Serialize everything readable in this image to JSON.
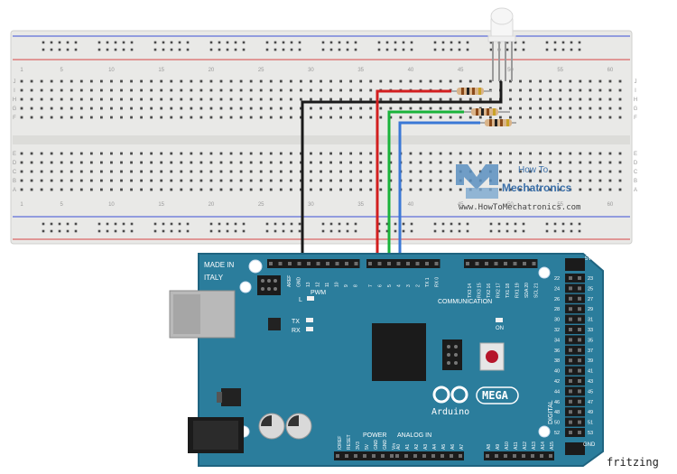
{
  "breadboard": {
    "column_numbers": [
      "1",
      "5",
      "10",
      "15",
      "20",
      "25",
      "30",
      "35",
      "40",
      "45",
      "50",
      "55",
      "60"
    ],
    "row_letters_top": [
      "J",
      "I",
      "H",
      "G",
      "F"
    ],
    "row_letters_bottom": [
      "E",
      "D",
      "C",
      "B",
      "A"
    ]
  },
  "logo": {
    "line1": "How To",
    "line2": "Mechatronics",
    "url": "www.HowToMechatronics.com"
  },
  "board": {
    "made_in": "MADE IN",
    "country": "ITALY",
    "pwm_label": "PWM",
    "led_l": "L",
    "tx": "TX",
    "rx": "RX",
    "on": "ON",
    "communication": "COMMUNICATION",
    "arduino": "Arduino",
    "mega": "MEGA",
    "power": "POWER",
    "analog_in": "ANALOG IN",
    "digital": "DIGITAL",
    "gnd": "GND",
    "five_v": "5V",
    "top_pins": [
      "AREF",
      "GND",
      "13",
      "12",
      "11",
      "10",
      "9",
      "8",
      "7",
      "6",
      "5",
      "4",
      "3",
      "2",
      "TX 1",
      "RX 0"
    ],
    "comm_pins": [
      "TX3 14",
      "RX3 15",
      "TX2 16",
      "RX2 17",
      "TX1 18",
      "RX1 19",
      "SDA 20",
      "SCL 21"
    ],
    "power_pins": [
      "IOREF",
      "RESET",
      "3V3",
      "5V",
      "GND",
      "GND",
      "Vin"
    ],
    "analog_pins": [
      "A0",
      "A1",
      "A2",
      "A3",
      "A4",
      "A5",
      "A6",
      "A7",
      "A8",
      "A9",
      "A10",
      "A11",
      "A12",
      "A13",
      "A14",
      "A15"
    ],
    "right_left_nums": [
      "22",
      "24",
      "26",
      "28",
      "30",
      "32",
      "34",
      "36",
      "38",
      "40",
      "42",
      "44",
      "46",
      "48",
      "50",
      "52"
    ],
    "right_right_nums": [
      "23",
      "25",
      "27",
      "29",
      "31",
      "33",
      "35",
      "37",
      "39",
      "41",
      "43",
      "45",
      "47",
      "49",
      "51",
      "53"
    ]
  },
  "watermark": "fritzing",
  "colors": {
    "board": "#2b7d9c",
    "board_edge": "#1f6480",
    "wire_black": "#1a1a1a",
    "wire_red": "#d21f1f",
    "wire_green": "#19b33a",
    "wire_blue": "#3a78d6",
    "rail_red": "#d64545",
    "rail_blue": "#3a4fd6"
  }
}
